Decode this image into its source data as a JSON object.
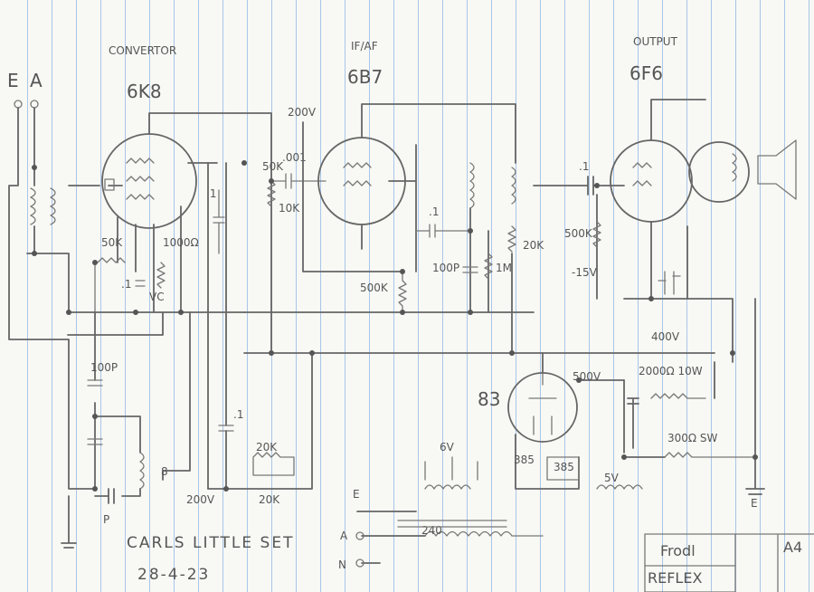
{
  "tubes": {
    "converter": {
      "stage": "CONVERTOR",
      "type": "6K8"
    },
    "if_af": {
      "stage": "IF/AF",
      "type": "6B7"
    },
    "output": {
      "stage": "OUTPUT",
      "type": "6F6"
    },
    "rectifier": {
      "type": "83"
    }
  },
  "antenna_terminals": {
    "earth": "E",
    "aerial": "A"
  },
  "component_labels": {
    "r_50k_converter": "50K",
    "r_1000ohm": "1000Ω",
    "vc_label": "VC",
    "c_point1_converter": ".1",
    "r_50k_grid": "50K",
    "c_001": ".001",
    "r_10k": "10K",
    "c_point1_mid": ".1",
    "r_500k_if": "500K",
    "c_point1_if": ".1",
    "c_100p_if": "100P",
    "r_1m": "1M",
    "r_20k_if": "20K",
    "c_point1_output": ".1",
    "r_500k_output": "500K",
    "bias_minus15v": "-15V",
    "v400": "400V",
    "v200_top": "200V",
    "c_100p_tuning": "100P",
    "c_point1_bottom": ".1",
    "r_20k_bottom1": "20K",
    "r_20k_bottom2": "20K",
    "v200_bottom": "200V",
    "p_label": "P",
    "coil_8": "8",
    "c_500v": "500V",
    "r_2000ohm_10w": "2000Ω 10W",
    "r_300ohm_sw": "300Ω SW",
    "fil_385_a": "385",
    "fil_385_b": "385",
    "v5v": "5V",
    "v6v": "6V",
    "mains_e": "E",
    "mains_a": "A",
    "mains_n": "N",
    "mains_240": "240",
    "e_bottom_right": "E"
  },
  "title_block": {
    "set_name": "CARLS LITTLE SET",
    "date": "28-4-23",
    "title_box_top": "Frodl",
    "title_box_bottom": "REFLEX",
    "sheet_size": "A4"
  }
}
